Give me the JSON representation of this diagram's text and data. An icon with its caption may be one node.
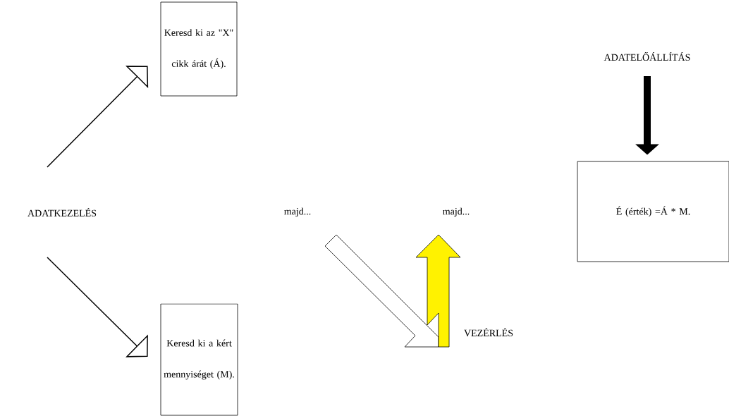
{
  "diagram": {
    "nodes": [
      {
        "text": [
          "ADATKEZELÉS"
        ]
      },
      {
        "text": [
          "Keresd ki az \"X\" cikk árát (Á)."
        ]
      },
      {
        "text": [
          "Keresd ki a kért mennyiséget (M)."
        ]
      },
      {
        "text": [
          "ADATELŐÁLLÍTÁS"
        ]
      },
      {
        "text": [
          "É (érték) =Á * M."
        ]
      }
    ],
    "edges": [
      {
        "from": 0,
        "to": 1,
        "arrow": "to"
      },
      {
        "from": 0,
        "to": 2,
        "arrow": "to"
      },
      {
        "from": 3,
        "to": 4,
        "arrow": "to",
        "style": "thick"
      }
    ],
    "labels": [
      "majd...",
      "majd...",
      "VEZÉRLÉS"
    ]
  }
}
